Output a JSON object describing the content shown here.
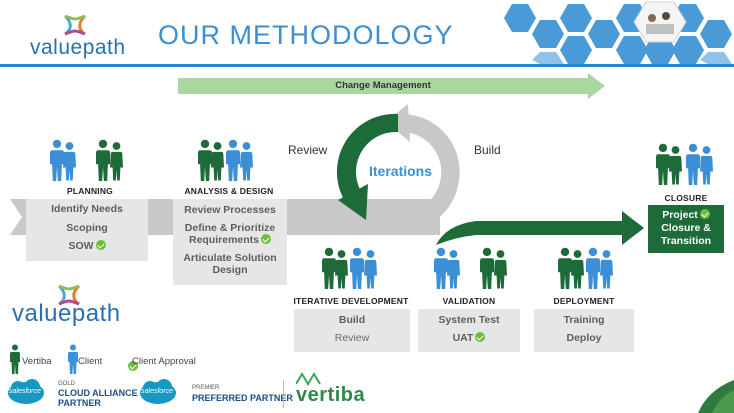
{
  "header": {
    "logo_text": "valuepath",
    "title": "OUR METHODOLOGY"
  },
  "diagram": {
    "change_management": "Change Management",
    "review_label": "Review",
    "build_label": "Build",
    "iterations_label": "Iterations"
  },
  "phases": {
    "planning": {
      "label": "PLANNING",
      "items": [
        "Identify Needs",
        "Scoping",
        "SOW"
      ]
    },
    "analysis": {
      "label": "ANALYSIS & DESIGN",
      "item1": "Review Processes",
      "item2a": "Define & Prioritize",
      "item2b": "Requirements",
      "item3a": "Articulate Solution",
      "item3b": "Design"
    },
    "iterative": {
      "label": "ITERATIVE DEVELOPMENT",
      "item1": "Build",
      "item2": "Review"
    },
    "validation": {
      "label": "VALIDATION",
      "item1": "System Test",
      "item2": "UAT"
    },
    "deployment": {
      "label": "DEPLOYMENT",
      "item1": "Training",
      "item2": "Deploy"
    },
    "closure": {
      "label": "CLOSURE",
      "line1": "Project",
      "line2": "Closure &",
      "line3": "Transition"
    }
  },
  "legend": {
    "vertiba": "Vertiba",
    "client": "Client",
    "client_approval": "Client Approval"
  },
  "partners": {
    "salesforce_logo": "salesforce",
    "gold": "GOLD",
    "cloud_alliance_1": "CLOUD ALLIANCE",
    "cloud_alliance_2": "PARTNER",
    "preferred_small": "PREMIER",
    "preferred": "PREFERRED PARTNER",
    "vertiba": "vertiba"
  },
  "colors": {
    "dark_green": "#1e6b3a",
    "light_green": "#a8d8a0",
    "client_blue": "#3a8fd6",
    "header_blue": "#3d8fd1",
    "grey_arrow": "#c8c8c8"
  }
}
